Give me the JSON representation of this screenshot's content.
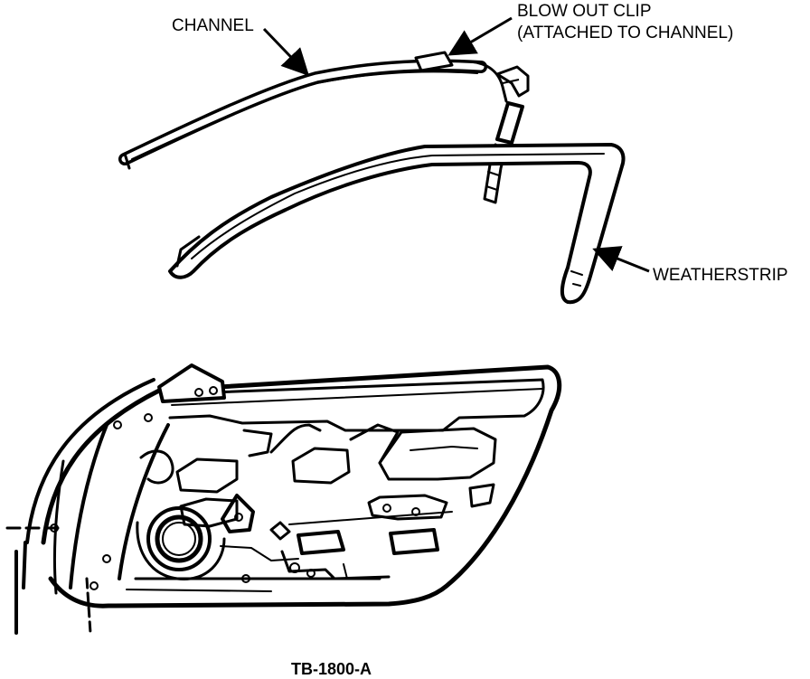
{
  "labels": {
    "channel": "CHANNEL",
    "blow_out_clip_line1": "BLOW OUT CLIP",
    "blow_out_clip_line2": "(ATTACHED TO CHANNEL)",
    "weatherstrip": "WEATHERSTRIP",
    "figure_code": "TB-1800-A"
  },
  "colors": {
    "ink": "#000000",
    "paper": "#ffffff"
  }
}
